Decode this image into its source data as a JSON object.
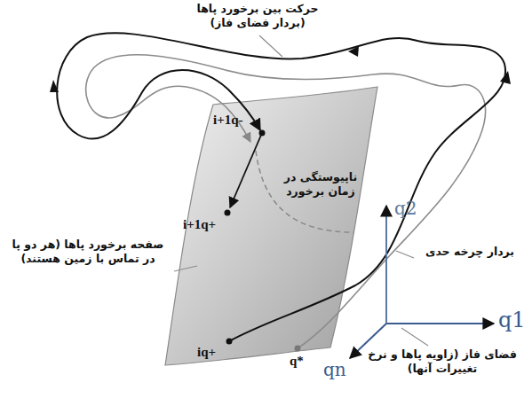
{
  "diagram": {
    "labels": [
      "حرکت بین برخورد پاها (بردار فضای فاز)",
      "ناپیوستگی در زمان برخورد",
      "صفحه برخورد پاها (هر دو پا در تماس با زمین هستند)",
      "بردار چرخه حدی",
      "فضای فاز (زاویه پاها و نرخ تغییرات آنها)",
      "q1",
      "q2",
      "qn",
      "i+1q-",
      "i+1q+",
      "iq+",
      "q*"
    ]
  }
}
